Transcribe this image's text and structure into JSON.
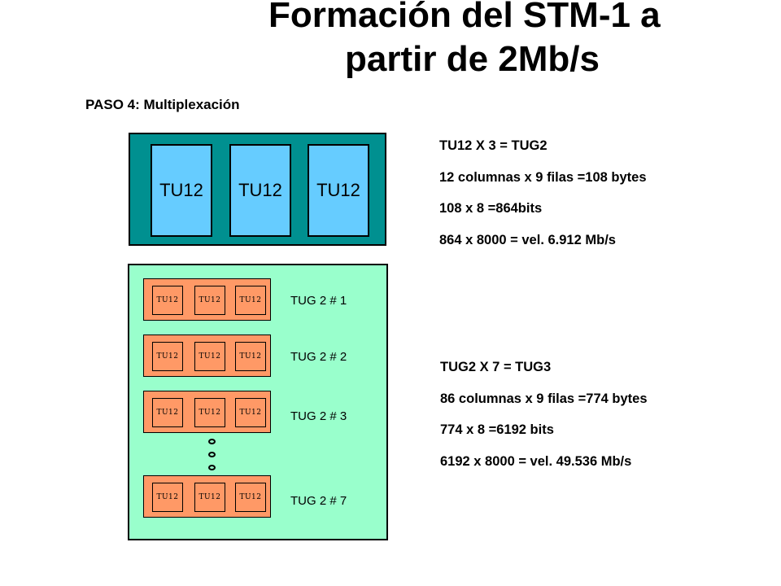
{
  "title": {
    "line1": "Formación del STM-1 a",
    "line2": "partir de 2Mb/s"
  },
  "subtitle": "PASO 4: Multiplexación",
  "tug2_block": {
    "tu_labels": [
      "TU12",
      "TU12",
      "TU12"
    ]
  },
  "tug3_block": {
    "rows": [
      {
        "label": "TUG 2 # 1",
        "tus": [
          "TU12",
          "TU12",
          "TU12"
        ]
      },
      {
        "label": "TUG 2 # 2",
        "tus": [
          "TU12",
          "TU12",
          "TU12"
        ]
      },
      {
        "label": "TUG 2 # 3",
        "tus": [
          "TU12",
          "TU12",
          "TU12"
        ]
      },
      {
        "label": "TUG 2 # 7",
        "tus": [
          "TU12",
          "TU12",
          "TU12"
        ]
      }
    ]
  },
  "info_tug2": {
    "line1": "TU12  X 3 =  TUG2",
    "line2": "12 columnas x 9 filas =108 bytes",
    "line3": "108 x 8 =864bits",
    "line4": "864 x 8000 = vel.  6.912 Mb/s"
  },
  "info_tug3": {
    "line1": "TUG2  X 7 =  TUG3",
    "line2": "86 columnas x 9 filas =774 bytes",
    "line3": "774 x 8 =6192 bits",
    "line4": "6192 x 8000 = vel.  49.536 Mb/s"
  },
  "colors": {
    "tug2_bg": "#009090",
    "tu12_big": "#66ccff",
    "tug3_bg": "#99ffcc",
    "tug2_row": "#ff9966"
  }
}
